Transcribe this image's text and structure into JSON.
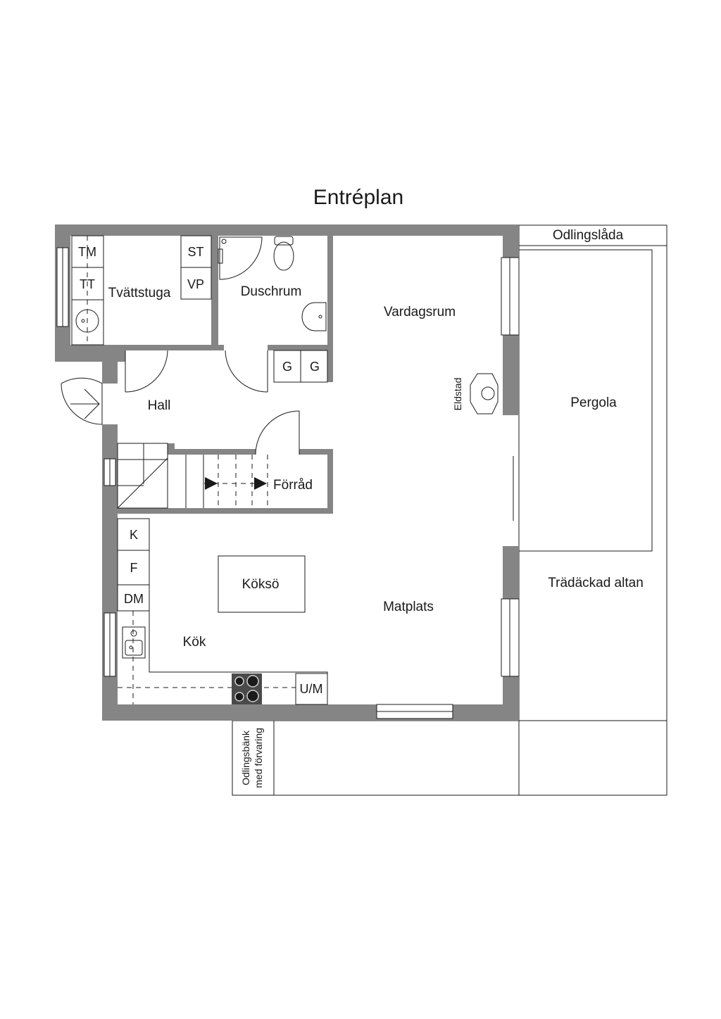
{
  "title": "Entréplan",
  "rooms": {
    "tvattstuga": "Tvättstuga",
    "duschrum": "Duschrum",
    "vardagsrum": "Vardagsrum",
    "hall": "Hall",
    "forrad": "Förråd",
    "koksö": "Köksö",
    "kok": "Kök",
    "matplats": "Matplats",
    "pergola": "Pergola",
    "altan": "Trädäckad altan",
    "odlingslada": "Odlingslåda"
  },
  "appliances": {
    "tm": "TM",
    "tt": "TT",
    "st": "ST",
    "vp": "VP",
    "g1": "G",
    "g2": "G",
    "k": "K",
    "f": "F",
    "dm": "DM",
    "um": "U/M"
  },
  "eldstad": "Eldstad",
  "odlingsbank_line1": "Odlingsbänk",
  "odlingsbank_line2": "med förvaring",
  "colors": {
    "wall": "#858585",
    "line": "#1a1a1a",
    "background": "#ffffff"
  }
}
